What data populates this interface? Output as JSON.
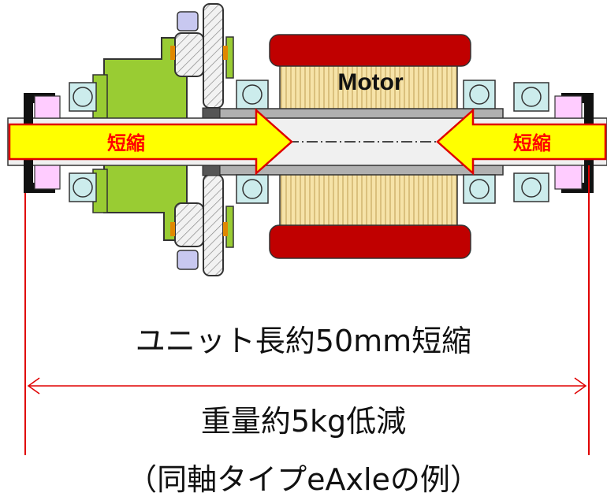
{
  "labels": {
    "motor": "Motor",
    "shorten_left": "短縮",
    "shorten_right": "短縮"
  },
  "captions": {
    "length_reduction": "ユニット長約50mm短縮",
    "weight_reduction": "重量約5kg低減",
    "note": "（同軸タイプeAxleの例）"
  },
  "colors": {
    "gear_housing": "#99CC33",
    "motor_magnet": "#C00000",
    "stator_winding": "#F6E3A8",
    "rotor": "#C8C8F0",
    "bearing": "#CCECEC",
    "arrow_fill": "#FFFF00",
    "arrow_text": "#FF0000",
    "dimension_line": "#E00000",
    "shaft": "#B0B0B0",
    "end_cap": "#FFCCFF"
  }
}
